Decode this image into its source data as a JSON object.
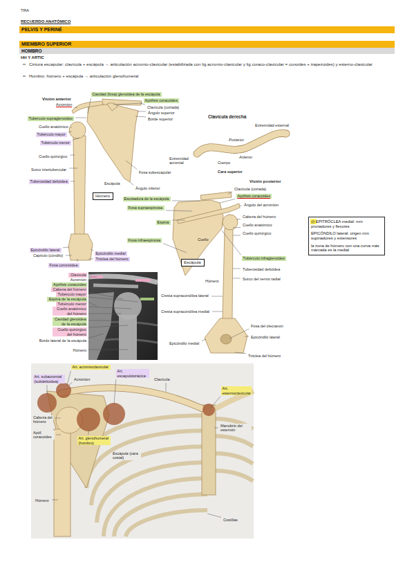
{
  "diagram": {
    "nodes": [
      {
        "text": [
          "PELVIS Y PERINÉ"
        ]
      },
      {
        "text": [
          "MIEMBRO SUPERIOR"
        ]
      },
      {
        "text": [
          "HOMBRO"
        ]
      },
      {
        "text": [
          "Cavidad (fosa) glenoidea de la escápula"
        ]
      },
      {
        "text": [
          "Apófisis coracoides"
        ]
      },
      {
        "text": [
          "Tubérculo supraglenoideo"
        ]
      },
      {
        "text": [
          "Tubérculo mayor"
        ]
      },
      {
        "text": [
          "Tubérculo menor"
        ]
      },
      {
        "text": [
          "Tuberosidad deltoidea"
        ]
      },
      {
        "text": [
          "Húmero"
        ]
      },
      {
        "text": [
          "Epicóndilo lateral"
        ]
      },
      {
        "text": [
          "Epicóndilo medial"
        ]
      },
      {
        "text": [
          "Tróclea del húmero"
        ]
      },
      {
        "text": [
          "Fosa coronoidea"
        ]
      },
      {
        "text": [
          "Escotadura de la escápula"
        ]
      },
      {
        "text": [
          "Apófisis coracoides"
        ]
      },
      {
        "text": [
          "Fosa supraespinosa"
        ]
      },
      {
        "text": [
          "Espina"
        ]
      },
      {
        "text": [
          "Fosa infraespinosa"
        ]
      },
      {
        "text": [
          "Tubérculo infraglenoideo"
        ]
      },
      {
        "text": [
          "Escápula"
        ]
      },
      {
        "text": [
          "(i) EPITRÓCLEA medial: mm pronadores y flexores",
          "EPICÓNDILO lateral: origen mm supinadores y extensores",
          "la zona de húmero con una curva más marcada es la medial"
        ]
      },
      {
        "text": [
          "Clavícula"
        ]
      },
      {
        "text": [
          "Apófisis coracoides"
        ]
      },
      {
        "text": [
          "Cabeza del húmero"
        ]
      },
      {
        "text": [
          "Tubérculo mayor"
        ]
      },
      {
        "text": [
          "Espina de la escápula"
        ]
      },
      {
        "text": [
          "Tubérculo menor"
        ]
      },
      {
        "text": [
          "Cuello anatómico del húmero"
        ]
      },
      {
        "text": [
          "Cavidad glenoidea de la escápula"
        ]
      },
      {
        "text": [
          "Cuello quirúrgico del húmero"
        ]
      },
      {
        "text": [
          "Art. acromioclavicular"
        ]
      },
      {
        "text": [
          "Art. subacromial (subdeltoidea)"
        ]
      },
      {
        "text": [
          "Art. escapulotorácica"
        ]
      },
      {
        "text": [
          "Art. glenohumeral (hombro)"
        ]
      },
      {
        "text": [
          "Art. esternoclavicular"
        ]
      }
    ],
    "labels": [
      "TRA",
      "RECUERDO ANATÓMICO",
      "HH Y ARTIC",
      "Cintura escapular: clavícula + escápula → articulación acromio-clavicular (estabilizada con lig acromio-clavicular y lig coraco-clavicular = conoides + trapezoides) y esterno-clavicular",
      "Hombro: húmero + escápula → articulación glenohumeral",
      "Visión anterior",
      "Acromion",
      "Clavícula (cortada)",
      "Ángulo superior",
      "Borde superior",
      "Cuello anatómico",
      "Cuello quirúrgico",
      "Surco intertubercular",
      "Fosa subescapular",
      "Escápula",
      "Ángulo inferior",
      "Capítulo (cóndilo)",
      "Clavícula derecha",
      "Extremidad esternal",
      "Posterior",
      "Extremidad acromial",
      "Cuerpo",
      "Anterior",
      "Cara superior",
      "Visión posterior",
      "Clavícula (cortada)",
      "Ángulo del acromion",
      "Cabeza del húmero",
      "Cuello anatómico",
      "Cuello quirúrgico",
      "Cuello",
      "Tuberosidad deltoidea",
      "Húmero",
      "Surco del nervio radial",
      "Cresta supracondílea lateral",
      "Cresta supracondílea medial",
      "Fosa del olecranon",
      "Epicóndilo lateral",
      "Epicóndilo medial",
      "Tróclea del húmero",
      "Acromion",
      "Borde lateral de la escápula",
      "Húmero",
      "Clavícula",
      "Acromion",
      "Cabeza del húmero",
      "Apóf. coracoides",
      "Escápula (cara costal)",
      "Húmero",
      "Manubrio del esternón",
      "Costillas"
    ]
  }
}
